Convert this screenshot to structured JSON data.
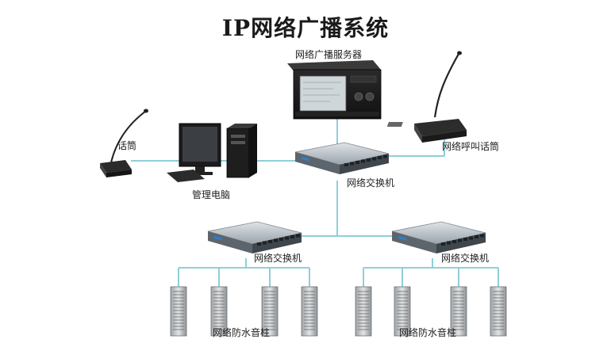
{
  "title": "IP网络广播系统",
  "labels": {
    "server": "网络广播服务器",
    "paging_mic": "网络呼叫话筒",
    "mic": "话筒",
    "pc": "管理电脑",
    "switch_main": "网络交换机",
    "switch_left": "网络交换机",
    "switch_right": "网络交换机",
    "speakers_left": "网络防水音柱",
    "speakers_right": "网络防水音柱"
  },
  "colors": {
    "link": "#8ecfd9",
    "device_dark": "#1b1b1b",
    "switch_body": "#a8b0b8",
    "speaker_body": "#c9ccce"
  }
}
